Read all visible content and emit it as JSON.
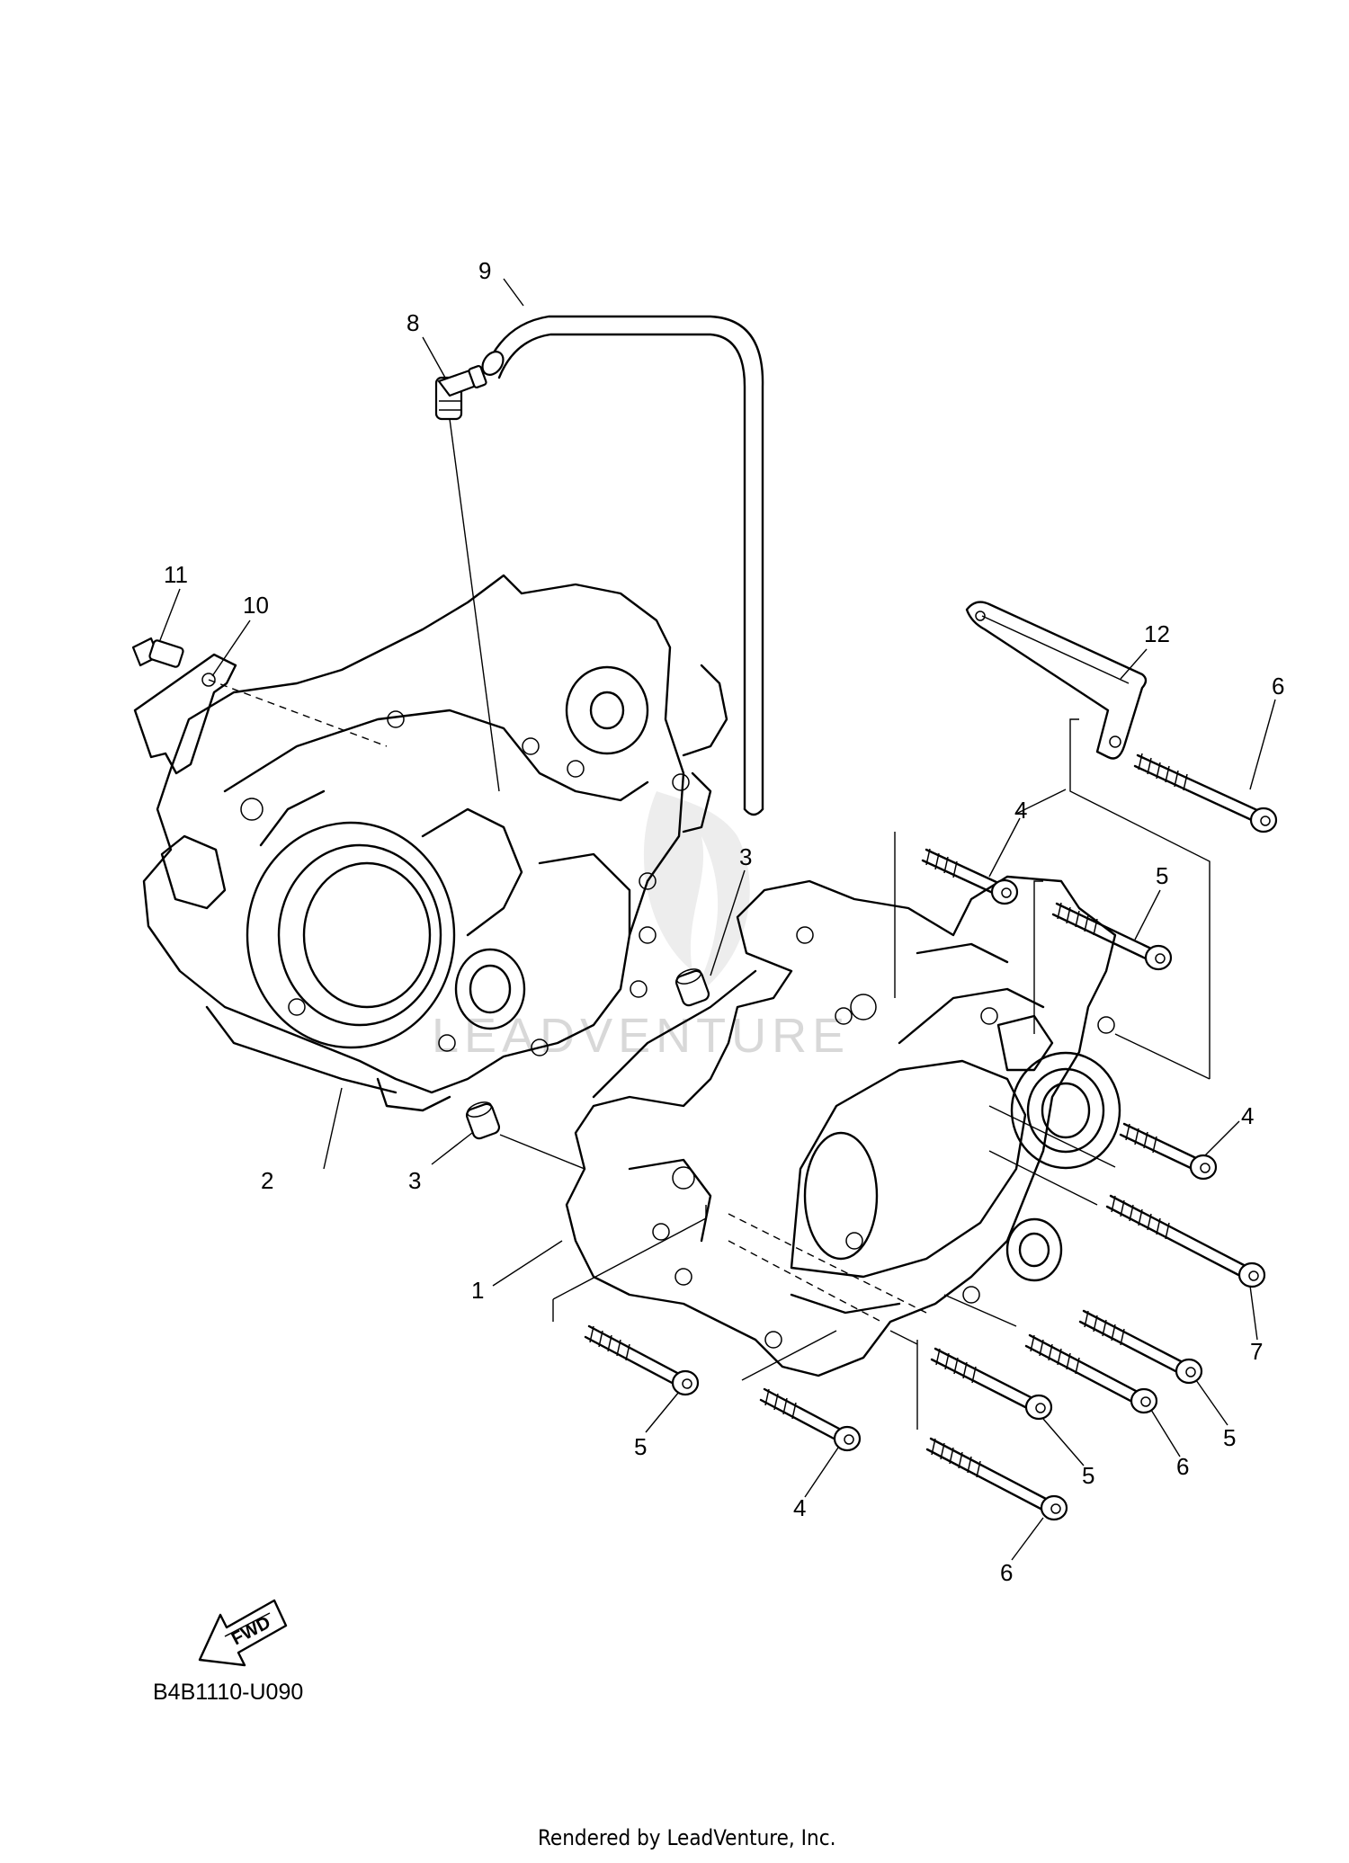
{
  "diagram_code": "B4B1110-U090",
  "fwd_label": "FWD",
  "footer": "Rendered by LeadVenture, Inc.",
  "watermark": "LEADVENTURE",
  "callouts": {
    "c1": "1",
    "c2": "2",
    "c3a": "3",
    "c3b": "3",
    "c4a": "4",
    "c4b": "4",
    "c4c": "4",
    "c5a": "5",
    "c5b": "5",
    "c5c": "5",
    "c5d": "5",
    "c6a": "6",
    "c6b": "6",
    "c6c": "6",
    "c7": "7",
    "c8": "8",
    "c9": "9",
    "c10": "10",
    "c11": "11",
    "c12": "12"
  },
  "icons": {
    "fwd_arrow": "fwd-arrow-icon",
    "watermark_logo": "leadventure-logo-icon"
  }
}
